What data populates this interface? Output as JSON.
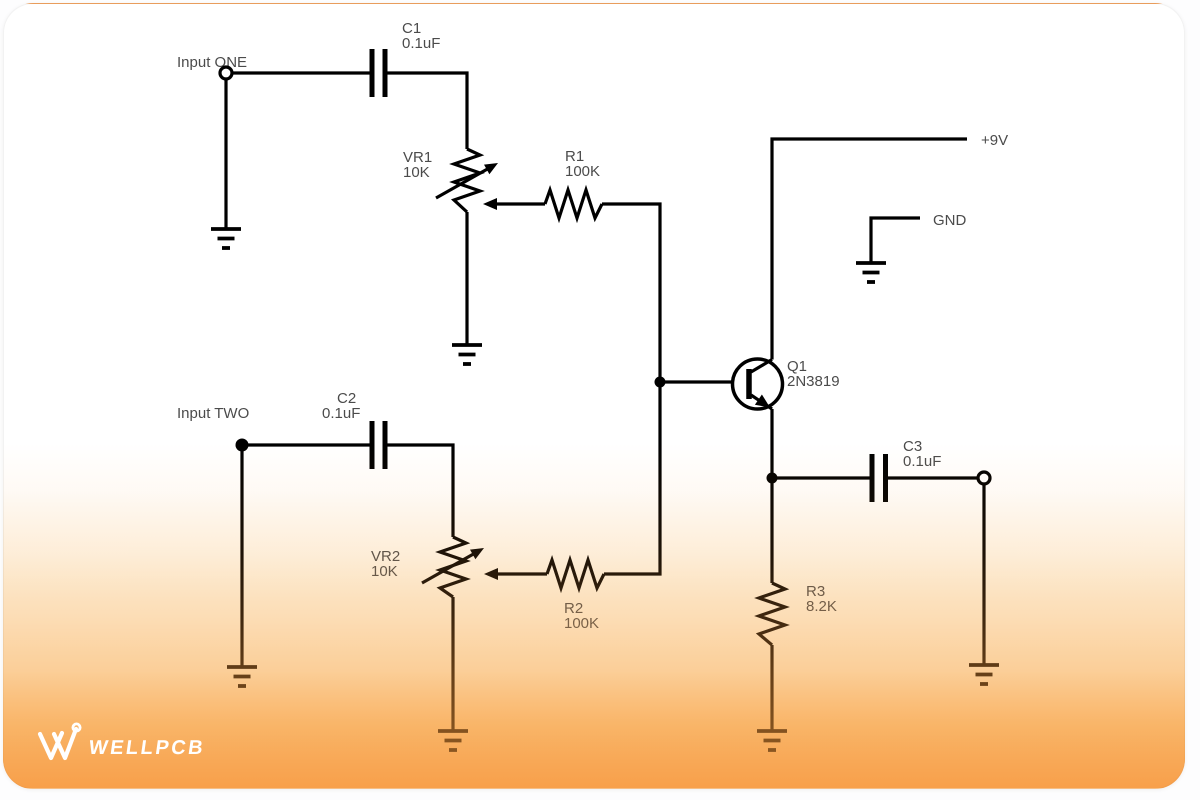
{
  "diagram": {
    "nodes": {
      "input_one": "Input ONE",
      "input_two": "Input TWO",
      "supply": "+9V",
      "ground": "GND"
    },
    "components": [
      {
        "ref": "C1",
        "value": "0.1uF",
        "type": "capacitor"
      },
      {
        "ref": "VR1",
        "value": "10K",
        "type": "potentiometer"
      },
      {
        "ref": "R1",
        "value": "100K",
        "type": "resistor"
      },
      {
        "ref": "C2",
        "value": "0.1uF",
        "type": "capacitor"
      },
      {
        "ref": "VR2",
        "value": "10K",
        "type": "potentiometer"
      },
      {
        "ref": "R2",
        "value": "100K",
        "type": "resistor"
      },
      {
        "ref": "Q1",
        "value": "2N3819",
        "type": "jfet-transistor"
      },
      {
        "ref": "C3",
        "value": "0.1uF",
        "type": "capacitor"
      },
      {
        "ref": "R3",
        "value": "8.2K",
        "type": "resistor"
      }
    ]
  },
  "branding": {
    "logo_text": "WELLPCB"
  },
  "colors": {
    "wire": "#000000",
    "label": "#4b4b4b",
    "card_orange_bottom": "#f89c3c",
    "logo": "#ffffff",
    "page_background": "#fdfdfe"
  }
}
